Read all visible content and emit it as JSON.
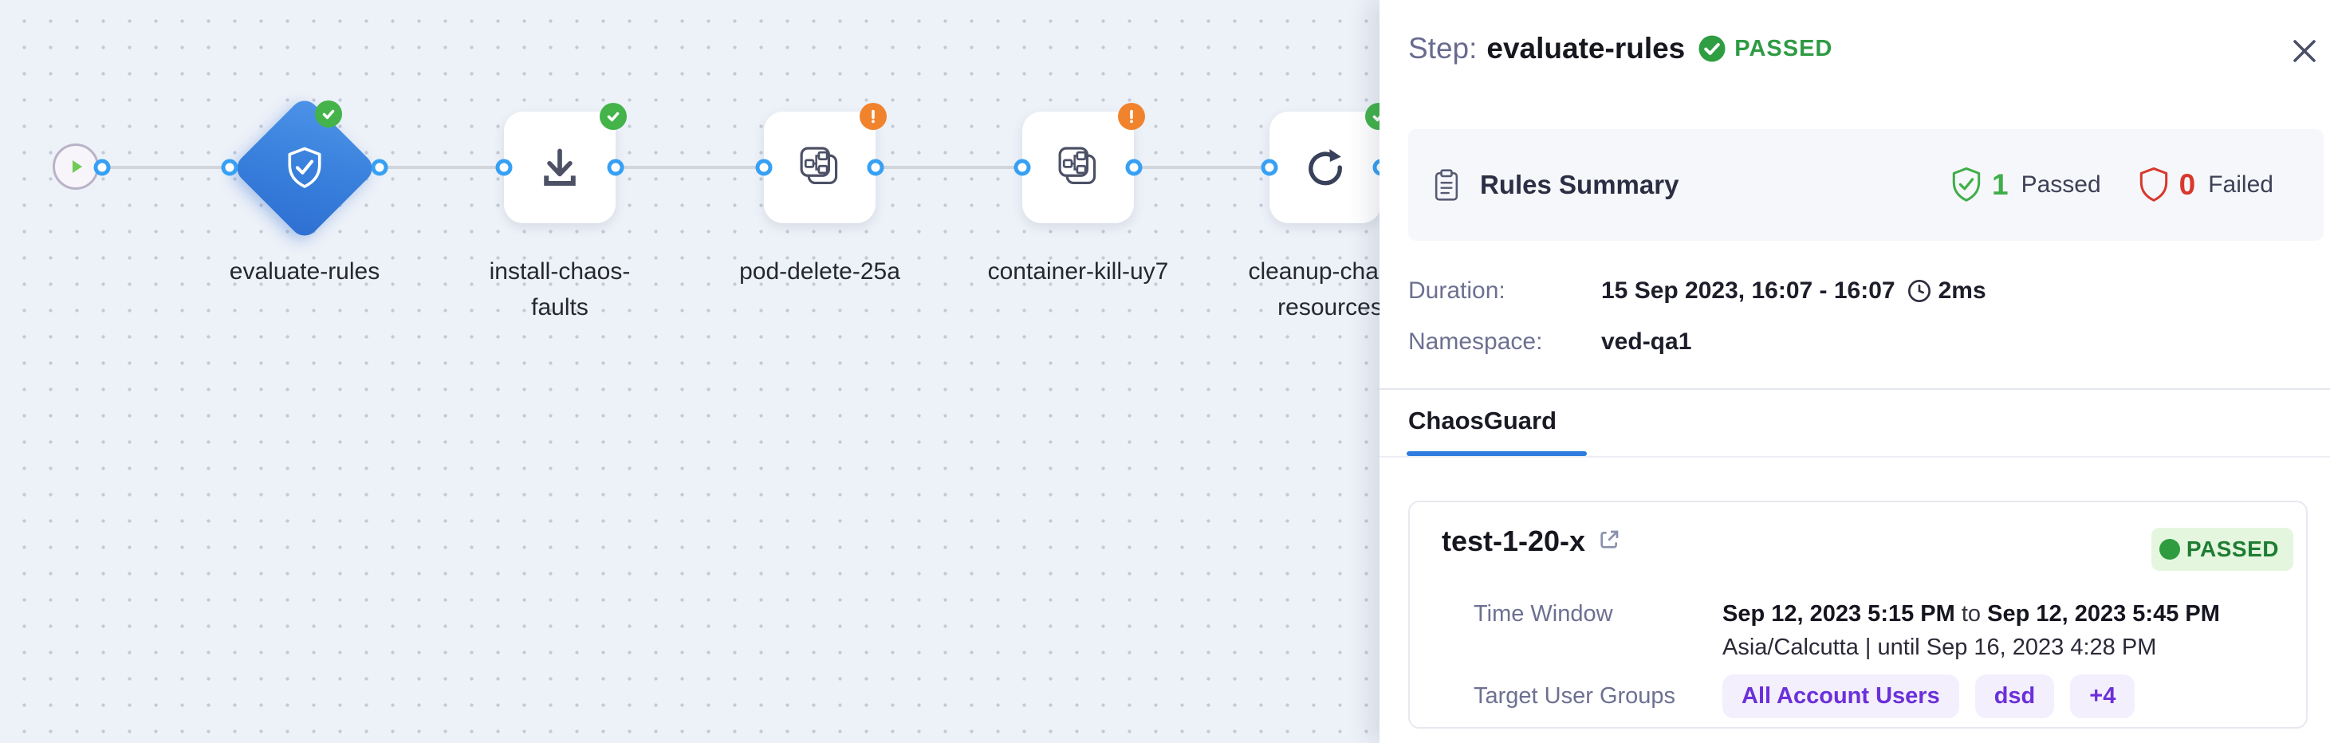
{
  "diagram": {
    "nodes": [
      {
        "id": "start",
        "label": "",
        "status": "none"
      },
      {
        "id": "evaluate-rules",
        "label": "evaluate-rules",
        "status": "passed"
      },
      {
        "id": "install-chaos-faults",
        "label": "install-chaos-faults",
        "status": "passed"
      },
      {
        "id": "pod-delete-25a",
        "label": "pod-delete-25a",
        "status": "warning"
      },
      {
        "id": "container-kill-uy7",
        "label": "container-kill-uy7",
        "status": "warning"
      },
      {
        "id": "cleanup-chaos-resources",
        "label": "cleanup-chaos-resources",
        "status": "passed"
      }
    ]
  },
  "panel": {
    "header": {
      "prefix": "Step:",
      "name": "evaluate-rules",
      "status": "PASSED"
    },
    "rules_summary": {
      "title": "Rules Summary",
      "passed_count": "1",
      "passed_label": "Passed",
      "failed_count": "0",
      "failed_label": "Failed"
    },
    "duration": {
      "label": "Duration:",
      "value": "15 Sep 2023, 16:07 - 16:07",
      "elapsed": "2ms"
    },
    "namespace": {
      "label": "Namespace:",
      "value": "ved-qa1"
    },
    "tabs": [
      {
        "label": "ChaosGuard",
        "active": true
      }
    ],
    "card": {
      "title": "test-1-20-x",
      "status": "PASSED",
      "time_window": {
        "label": "Time Window",
        "start": "Sep 12, 2023 5:15 PM",
        "to": " to ",
        "end": "Sep 12, 2023 5:45 PM",
        "timezone_line": "Asia/Calcutta | until Sep 16, 2023 4:28 PM"
      },
      "target_user_groups": {
        "label": "Target User Groups",
        "groups": [
          "All Account Users",
          "dsd",
          "+4"
        ]
      }
    }
  },
  "colors": {
    "accent_blue": "#2f7ce0",
    "node_blue": "#3a82dd",
    "success_green": "#43b34a",
    "warning_orange": "#f1832d",
    "error_red": "#d8382c",
    "purple": "#6b30d9",
    "canvas_bg": "#edf1f8"
  }
}
